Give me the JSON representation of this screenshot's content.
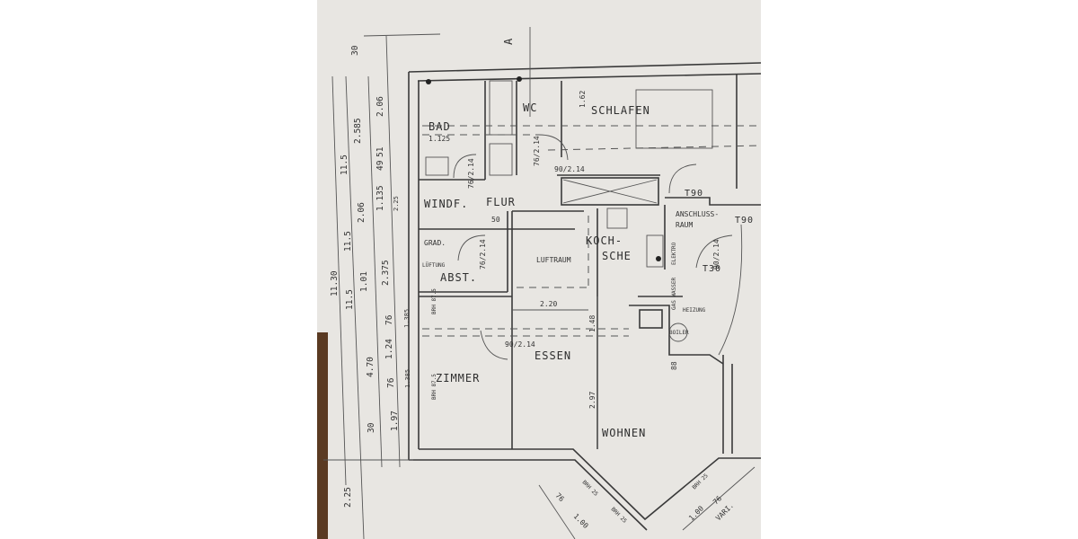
{
  "section_marker": "A",
  "rooms": {
    "bad": "BAD",
    "wc": "WC",
    "schlafen": "SCHLAFEN",
    "windf": "WINDF.",
    "flur": "FLUR",
    "anschluss1": "ANSCHLUSS-",
    "anschluss2": "RAUM",
    "grad": "GRAD.",
    "lueftung": "LÜFTUNG",
    "abst": "ABST.",
    "luftraum": "LUFTRAUM",
    "koch1": "KOCH-",
    "koch2": "SCHE",
    "elektro": "ELEKTRO",
    "gaswasser": "GAS WASSER",
    "heizung": "HEIZUNG",
    "boiler": "BOILER",
    "essen": "ESSEN",
    "zimmer": "ZIMMER",
    "wohnen": "WOHNEN"
  },
  "doors": {
    "t90_a": "T90",
    "t90_b": "T90",
    "t30": "T30",
    "d_wc": "76/2.14",
    "d_flur": "90/2.14",
    "d_bad": "76/2.14",
    "d_abst": "76/2.14",
    "d_essen": "90/2.14",
    "d_ansch": "90/2.14"
  },
  "dimensions": {
    "top30": "30",
    "d2585": "2.585",
    "d206a": "2.06",
    "d115a": "11.5",
    "d1135": "1.135",
    "d49": "49",
    "d51": "51",
    "d225a": "2.25",
    "d206b": "2.06",
    "d115b": "11.5",
    "d101": "1.01",
    "d2375": "2.375",
    "d1130": "11.30",
    "d115c": "11.5",
    "d76a": "76",
    "d1385a": "1.385",
    "d124": "1.24",
    "d470": "4.70",
    "d76b": "76",
    "d1385b": "1.385",
    "d30": "30",
    "d197": "1.97",
    "d225b": "2.25",
    "d1125": "1.125",
    "d162": "1.62",
    "d50": "50",
    "d220": "2.20",
    "d148": "1.48",
    "d297": "2.97",
    "d88": "88",
    "brh875a": "BRH 87.5",
    "brh875b": "BRH 87.5",
    "brh25a": "BRH 25",
    "brh25b": "BRH 25",
    "brh25c": "BRH 25",
    "d100a": "1.00",
    "d100b": "1.00",
    "d76c": "76",
    "d76d": "76",
    "vari": "VARI."
  }
}
